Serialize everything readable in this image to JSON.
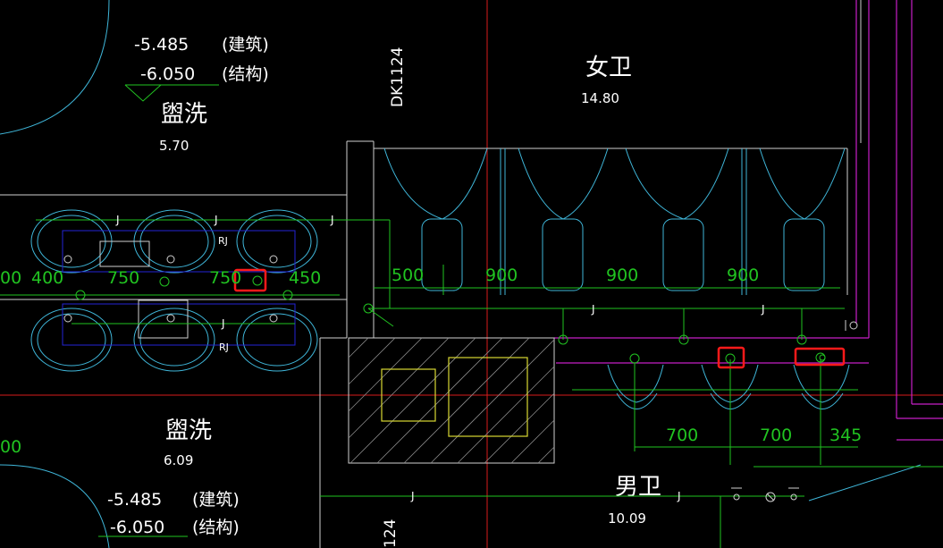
{
  "rooms": {
    "washroom_top": {
      "name": "盥洗",
      "area": "5.70"
    },
    "washroom_bottom": {
      "name": "盥洗",
      "area": "6.09"
    },
    "female_toilet": {
      "name": "女卫",
      "area": "14.80"
    },
    "male_toilet": {
      "name": "男卫",
      "area": "10.09"
    }
  },
  "elevations": {
    "top": {
      "arch_value": "-5.485",
      "arch_label": "(建筑)",
      "struct_value": "-6.050",
      "struct_label": "(结构)"
    },
    "bottom": {
      "arch_value": "-5.485",
      "arch_label": "(建筑)",
      "struct_value": "-6.050",
      "struct_label": "(结构)"
    }
  },
  "codes": {
    "vertical_top": "DK1124",
    "vertical_bottom": "124"
  },
  "dimensions": {
    "left_row": [
      "00",
      "400",
      "750",
      "750",
      "450"
    ],
    "urinal_row": [
      "500",
      "900",
      "900",
      "900"
    ],
    "male_row": [
      "700",
      "700",
      "345"
    ],
    "bottom_left": "00"
  },
  "pipe_tags": {
    "j": "J",
    "rj": "RJ"
  },
  "colors": {
    "background": "#000000",
    "wall": "#ffffff",
    "wall_cyan": "#3fb6d9",
    "pipe_green": "#21c321",
    "fixture_blue": "#2424d6",
    "axis_red": "#d91c1c",
    "boundary_magenta": "#c71fc7",
    "column_yellow": "#d8d833",
    "highlight_box": "#ff1a1a"
  }
}
